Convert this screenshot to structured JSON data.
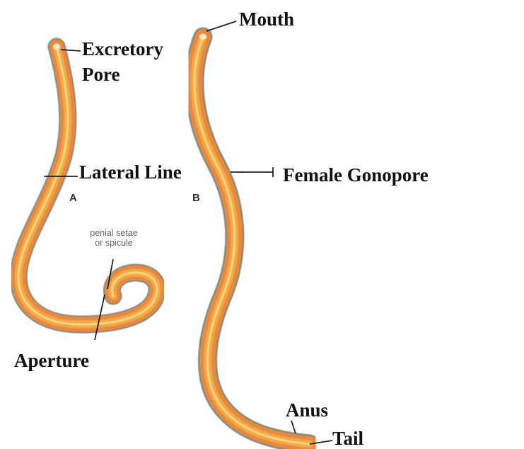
{
  "labels": {
    "mouth": "Mouth",
    "excretory_pore": [
      "Excretory",
      "Pore"
    ],
    "lateral_line": "Lateral Line",
    "female_gonopore": "Female Gonopore",
    "aperture": "Aperture",
    "anus": "Anus",
    "tail": "Tail"
  },
  "worm_tags": {
    "male": "A",
    "female": "B"
  },
  "small_label": [
    "penial setae",
    "or spicule"
  ],
  "colors": {
    "worm_body": "#e8893c",
    "worm_center": "#f2a74a",
    "worm_lateral": "#f8d67a",
    "worm_outline": "#7d8a7a",
    "leader_line": "#222222"
  }
}
